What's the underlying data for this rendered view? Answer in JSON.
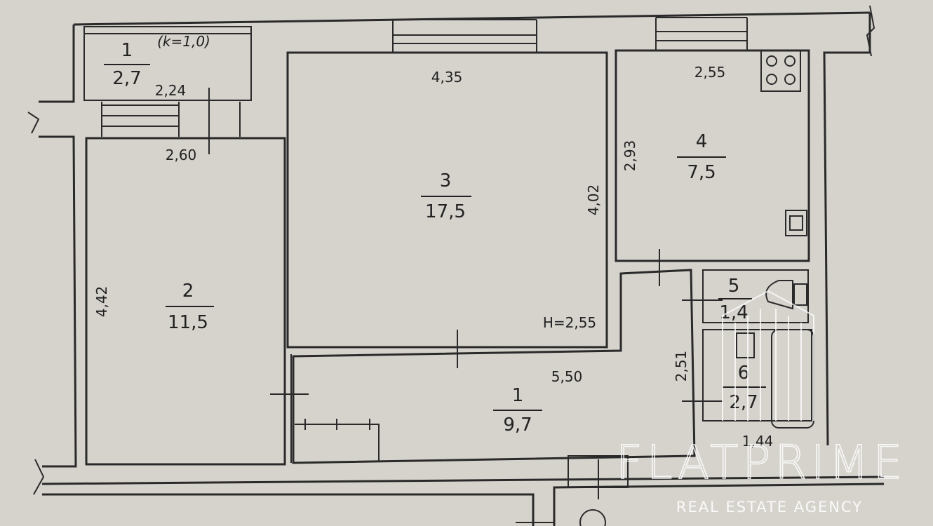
{
  "rooms": [
    {
      "id": "balcony",
      "number": "1",
      "area": "2,7",
      "note": "(k=1,0)"
    },
    {
      "id": "room-2",
      "number": "2",
      "area": "11,5"
    },
    {
      "id": "room-3",
      "number": "3",
      "area": "17,5"
    },
    {
      "id": "room-4",
      "number": "4",
      "area": "7,5"
    },
    {
      "id": "room-5",
      "number": "5",
      "area": "1,4"
    },
    {
      "id": "room-6",
      "number": "6",
      "area": "2,7"
    },
    {
      "id": "hall",
      "number": "1",
      "area": "9,7"
    }
  ],
  "dimensions": {
    "balcony_width": "2,24",
    "room2_width": "2,60",
    "room2_length": "4,42",
    "room3_width": "4,35",
    "room3_length": "4,02",
    "ceiling_height": "H=2,55",
    "room4_width": "2,55",
    "room4_length": "2,93",
    "hall_width": "5,50",
    "hall_length": "2,51",
    "bath_width": "1,44"
  },
  "watermark": {
    "brand": "FLATPRIME",
    "tagline": "REAL ESTATE AGENCY"
  },
  "colors": {
    "paper": "#d6d3cd",
    "ink": "#2a2a2a",
    "watermark": "#ffffff"
  }
}
